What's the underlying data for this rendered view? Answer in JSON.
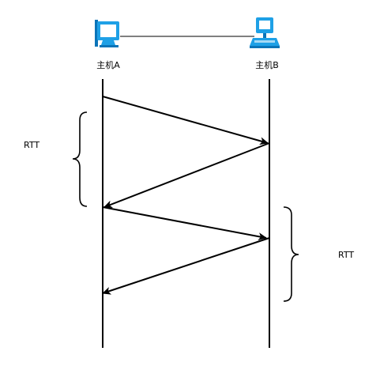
{
  "hosts": {
    "a": {
      "label": "主机A",
      "icon": "pc-monitor-icon"
    },
    "b": {
      "label": "主机B",
      "icon": "pc-server-icon"
    }
  },
  "rtt": [
    {
      "label": "RTT",
      "side": "left"
    },
    {
      "label": "RTT",
      "side": "right"
    }
  ],
  "messages": [
    {
      "from": "A",
      "to": "B",
      "order": 1
    },
    {
      "from": "B",
      "to": "A",
      "order": 2
    },
    {
      "from": "A",
      "to": "B",
      "order": 3
    },
    {
      "from": "B",
      "to": "A",
      "order": 4
    }
  ],
  "colors": {
    "icon_blue": "#1ea0e6",
    "icon_dark": "#0b74b8",
    "line": "#000000"
  }
}
